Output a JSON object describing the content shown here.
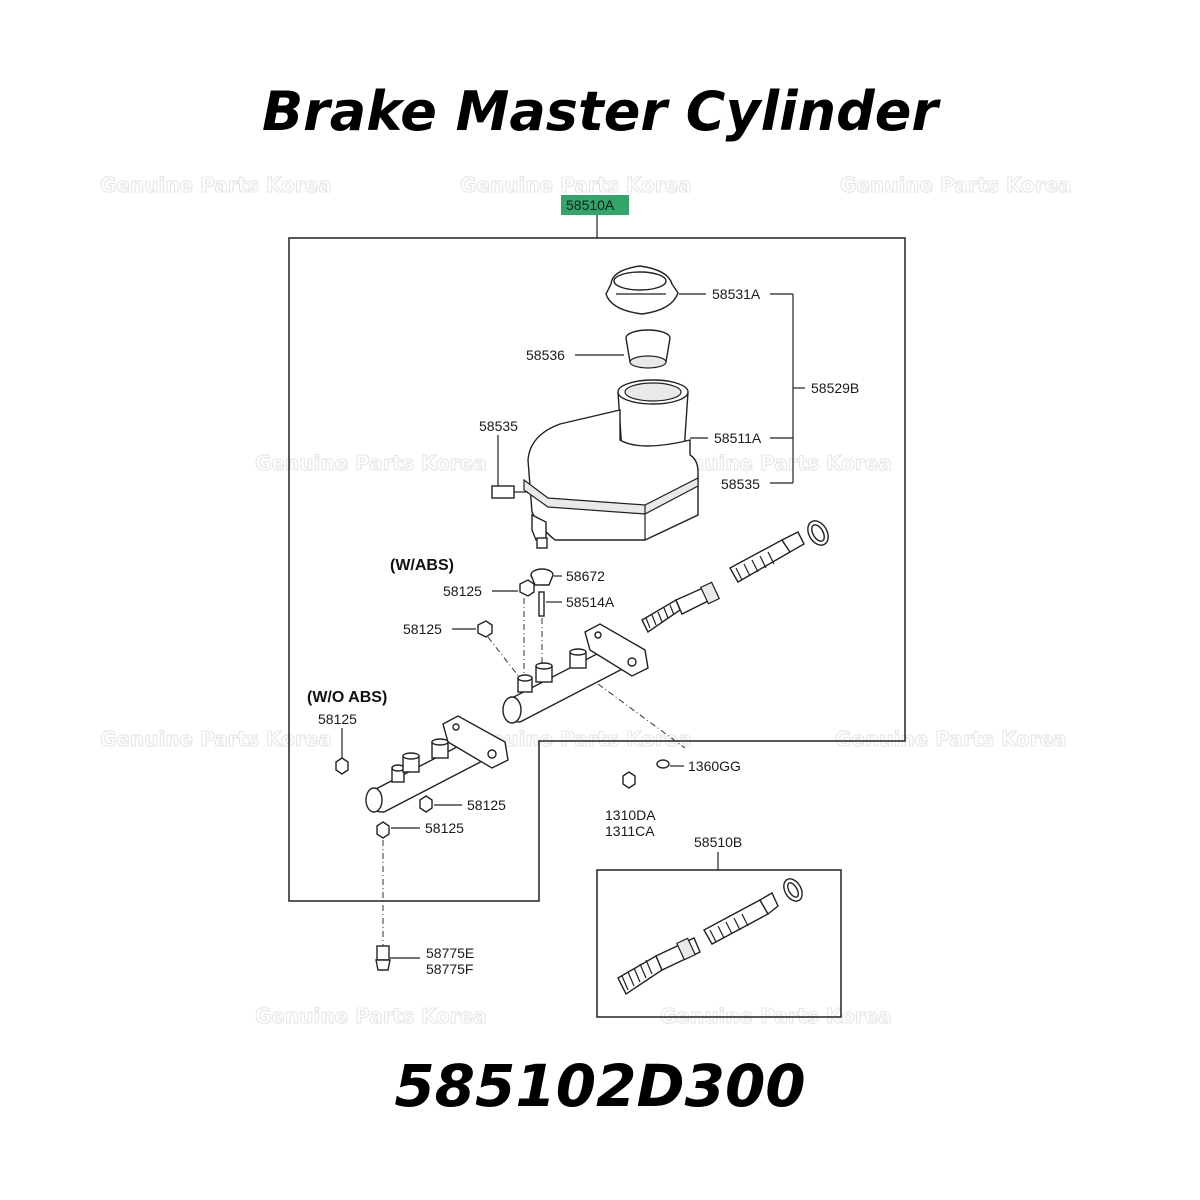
{
  "title": "Brake Master Cylinder",
  "part_number": "585102D300",
  "watermark": "Genuine Parts Korea",
  "highlight_color": "#33a56a",
  "labels": {
    "assembly": "58510A",
    "cap": "58531A",
    "strainer": "58536",
    "reservoir_kit": "58529B",
    "reservoir": "58511A",
    "grommet_left": "58535",
    "grommet_right": "58535",
    "with_abs": "(W/ABS)",
    "without_abs": "(W/O ABS)",
    "seal": "58672",
    "pin": "58514A",
    "plug_1": "58125",
    "plug_2": "58125",
    "plug_3": "58125",
    "plug_4": "58125",
    "plug_5": "58125",
    "washer": "1360GG",
    "nut_a": "1310DA",
    "nut_b": "1311CA",
    "piston_kit": "58510B",
    "bleeder_e": "58775E",
    "bleeder_f": "58775F"
  }
}
